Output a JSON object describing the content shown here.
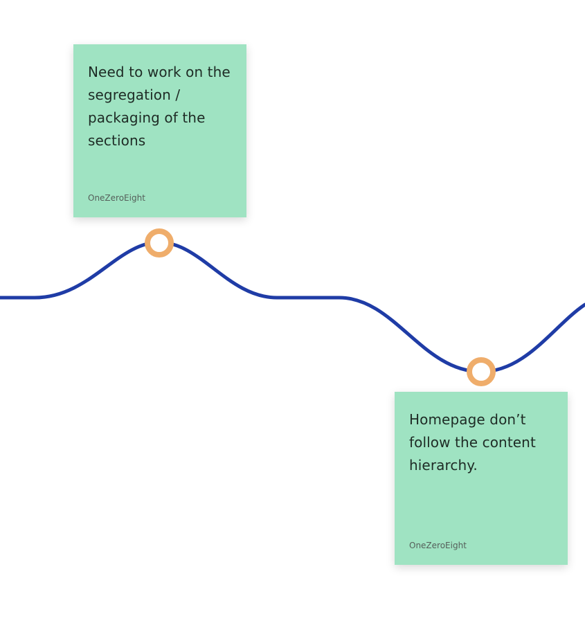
{
  "colors": {
    "background": "#ffffff",
    "line": "#1f3ca6",
    "marker_ring": "#efad6b",
    "marker_fill": "#ffffff",
    "sticky_note": "#9fe3c2"
  },
  "notes": [
    {
      "text": "Need to work on the segregation / packaging of the sections",
      "author": "OneZeroEight"
    },
    {
      "text": "Homepage don’t follow the content hierarchy.",
      "author": "OneZeroEight"
    }
  ]
}
